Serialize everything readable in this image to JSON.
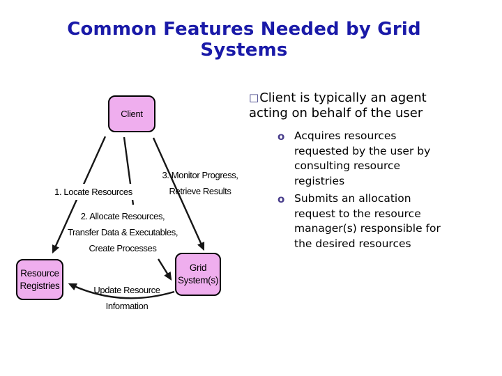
{
  "title": {
    "line1": "Common Features Needed by Grid",
    "line2": "Systems"
  },
  "bullets": {
    "main": {
      "marker": "□",
      "lines": [
        "Client is typically an agent",
        "acting on behalf of the user"
      ]
    },
    "sub": [
      {
        "marker": "o",
        "lines": [
          "Acquires resources",
          "requested by the user by",
          "consulting resource",
          "registries"
        ]
      },
      {
        "marker": "o",
        "lines": [
          "Submits an allocation",
          "request to the resource",
          "manager(s) responsible for",
          "the desired resources"
        ]
      }
    ]
  },
  "diagram": {
    "nodes": {
      "client": {
        "label": "Client"
      },
      "registries": {
        "line1": "Resource",
        "line2": "Registries"
      },
      "grid": {
        "line1": "Grid",
        "line2": "System(s)"
      }
    },
    "labels": {
      "locate": "1. Locate Resources",
      "allocate1": "2. Allocate Resources,",
      "allocate2": "Transfer Data & Executables,",
      "allocate3": "Create Processes",
      "monitor1": "3. Monitor Progress,",
      "monitor2": "Retrieve Results",
      "update1": "Update Resource",
      "update2": "Information"
    }
  },
  "colors": {
    "title_text": "#1a1aa8",
    "node_fill": "#efaeee",
    "node_border": "#000000",
    "arrow": "#161616",
    "square_bullet": "#3c3c85",
    "o_bullet": "#483d8b",
    "body_text": "#000000",
    "background": "#ffffff"
  }
}
